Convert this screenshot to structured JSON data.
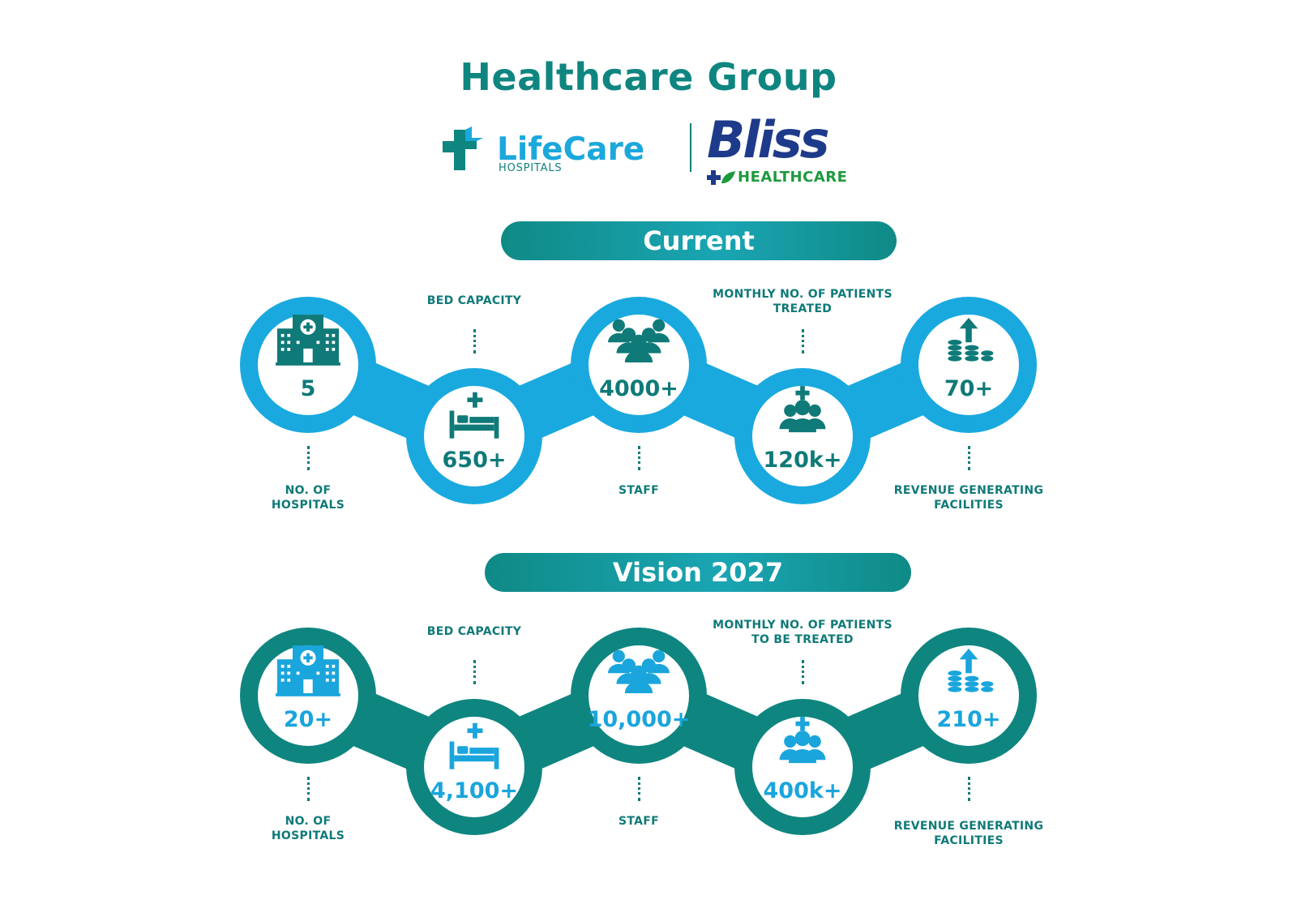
{
  "header": {
    "title": "Healthcare Group",
    "logo_lifecare": {
      "name": "LifeCare",
      "sub": "HOSPITALS"
    },
    "logo_bliss": {
      "name": "Bliss",
      "sub": "HEALTHCARE"
    }
  },
  "current": {
    "heading": "Current",
    "items": [
      {
        "label": "NO. OF HOSPITALS",
        "value": "5",
        "icon": "hospital-icon"
      },
      {
        "label": "BED CAPACITY",
        "value": "650+",
        "icon": "bed-icon"
      },
      {
        "label": "STAFF",
        "value": "4000+",
        "icon": "staff-group-icon"
      },
      {
        "label": "MONTHLY NO. OF PATIENTS TREATED",
        "value": "120k+",
        "icon": "patients-icon"
      },
      {
        "label": "REVENUE GENERATING FACILITIES",
        "value": "70+",
        "icon": "coins-growth-icon"
      }
    ]
  },
  "vision": {
    "heading": "Vision 2027",
    "items": [
      {
        "label": "NO. OF HOSPITALS",
        "value": "20+",
        "icon": "hospital-icon"
      },
      {
        "label": "BED CAPACITY",
        "value": "4,100+",
        "icon": "bed-icon"
      },
      {
        "label": "STAFF",
        "value": "10,000+",
        "icon": "staff-group-icon"
      },
      {
        "label": "MONTHLY NO. OF PATIENTS TO BE TREATED",
        "value": "400k+",
        "icon": "patients-icon"
      },
      {
        "label": "REVENUE GENERATING FACILITIES",
        "value": "210+",
        "icon": "coins-growth-icon"
      }
    ]
  },
  "colors": {
    "current_ring": "#19a9df",
    "vision_ring": "#0f8580",
    "current_text": "#0f7a78",
    "vision_text": "#1aa5dc"
  }
}
